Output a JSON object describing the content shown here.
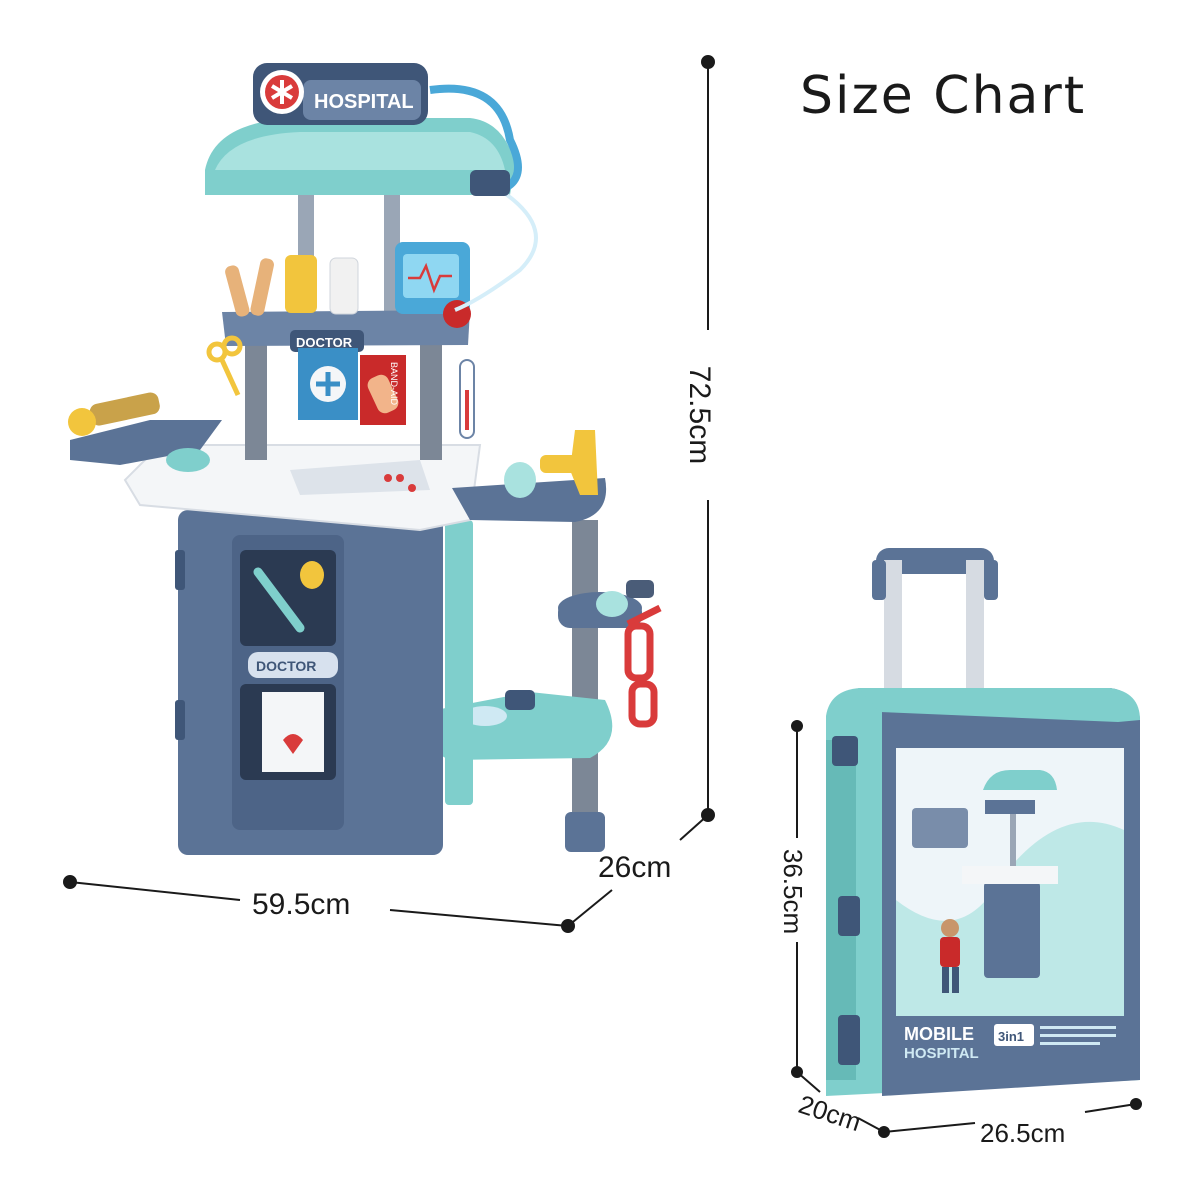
{
  "title": "Size Chart",
  "playset": {
    "sign_text": "HOSPITAL",
    "shelf_label": "DOCTOR",
    "bandaid_label": "BAND-AID",
    "cabinet_label": "DOCTOR",
    "height": "72.5cm",
    "width": "59.5cm",
    "depth": "26cm"
  },
  "case": {
    "brand_line1": "MOBILE",
    "brand_line2": "HOSPITAL",
    "badge": "3in1",
    "height": "36.5cm",
    "width": "26.5cm",
    "depth": "20cm"
  },
  "colors": {
    "navy": "#5b7396",
    "navy_dark": "#3f5678",
    "mint": "#7fcfcc",
    "mint_light": "#a9e2df",
    "white_top": "#f4f6f8",
    "red": "#d93b3b",
    "yellow": "#f2c53d",
    "line": "#1a1a1a"
  }
}
